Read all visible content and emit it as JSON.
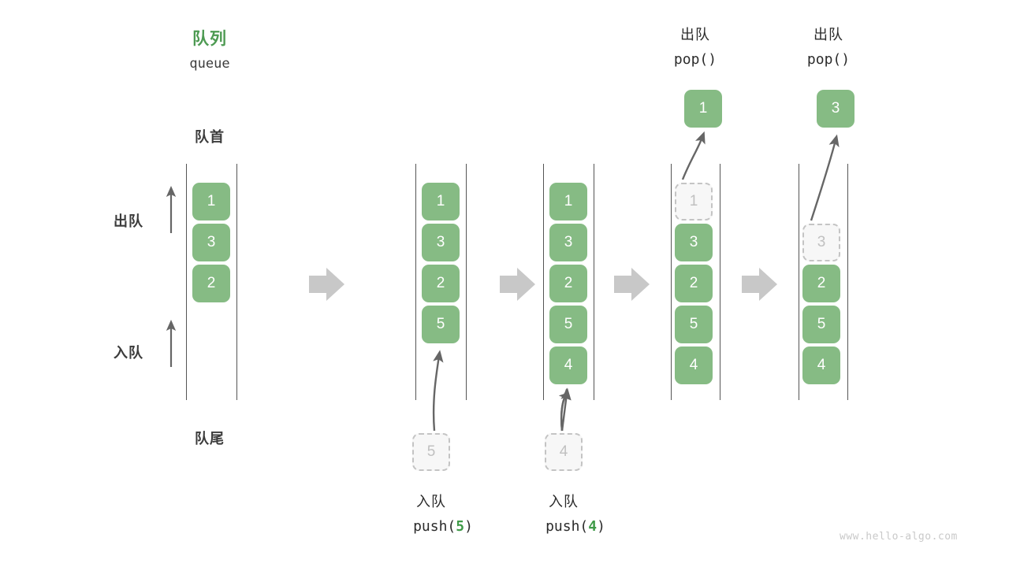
{
  "diagram": {
    "title_cn": "队列",
    "title_code": "queue",
    "front_label": "队首",
    "rear_label": "队尾",
    "dequeue_label": "出队",
    "enqueue_label": "入队",
    "watermark": "www.hello-algo.com",
    "colors": {
      "cell_green": "#86bb84",
      "title_green": "#4d9a52",
      "ghost_fill": "#f7f7f7",
      "ghost_border": "#c4c4c4",
      "rail": "#555555",
      "flow_arrow": "#c8c8c8",
      "text_dark": "#3c3c3c"
    },
    "stages": [
      {
        "id": "initial",
        "cells": [
          "1",
          "3",
          "2"
        ],
        "ghost": null,
        "op_cn": "",
        "op_code": ""
      },
      {
        "id": "push-5",
        "cells": [
          "1",
          "3",
          "2",
          "5"
        ],
        "ghost": {
          "value": "5",
          "position": "below"
        },
        "op_cn": "入队",
        "op_code_prefix": "push(",
        "op_code_num": "5",
        "op_code_suffix": ")"
      },
      {
        "id": "push-4",
        "cells": [
          "1",
          "3",
          "2",
          "5",
          "4"
        ],
        "ghost": {
          "value": "4",
          "position": "below"
        },
        "op_cn": "入队",
        "op_code_prefix": "push(",
        "op_code_num": "4",
        "op_code_suffix": ")"
      },
      {
        "id": "pop-1",
        "cells": [
          "3",
          "2",
          "5",
          "4"
        ],
        "ghost": {
          "value": "1",
          "position": "top-slot"
        },
        "popped": "1",
        "op_cn": "出队",
        "op_code_prefix": "pop(",
        "op_code_num": "",
        "op_code_suffix": ")"
      },
      {
        "id": "pop-3",
        "cells": [
          "2",
          "5",
          "4"
        ],
        "ghost": {
          "value": "3",
          "position": "second-slot"
        },
        "popped": "3",
        "op_cn": "出队",
        "op_code_prefix": "pop(",
        "op_code_num": "",
        "op_code_suffix": ")"
      }
    ]
  }
}
